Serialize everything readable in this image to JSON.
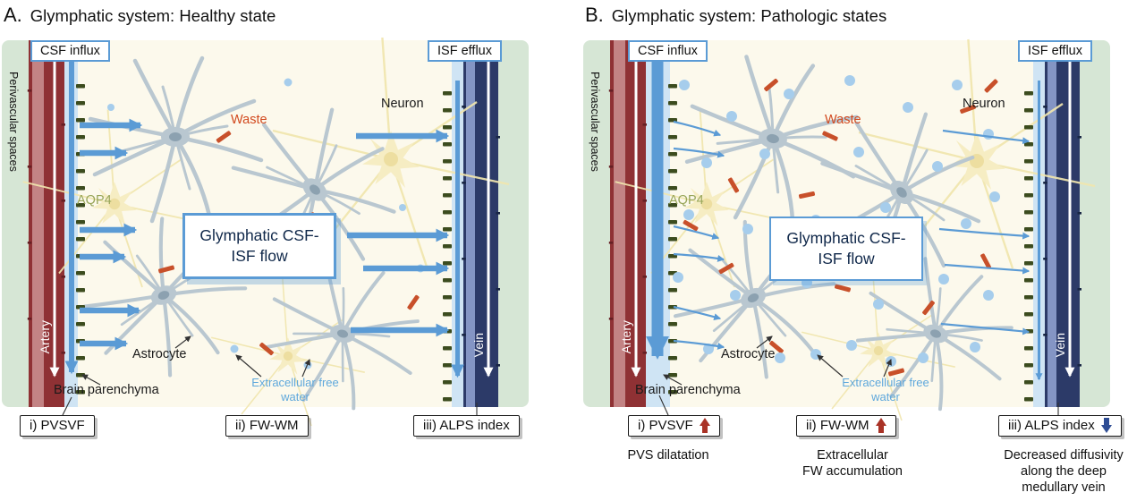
{
  "colors": {
    "accent_blue": "#5b9bd5",
    "artery_red": "#8f3134",
    "artery_light": "#c38384",
    "vein_navy": "#2c3a68",
    "vein_light": "#8495c4",
    "pvs_green": "#d6e6d5",
    "csf_blue_light": "#cfe4f4",
    "parenchyma_cream": "#fcf9ec",
    "astrocyte_gray": "#b9c7d0",
    "neuron_yellow": "#f6ecc0",
    "waste_orange": "#c8502a",
    "free_water_blue": "#a6cdec",
    "aqp4_dash_green": "#3c4c1e",
    "waste_label": "#d2491e",
    "aqp4_label": "#97a558",
    "free_water_label": "#5fa8dc",
    "metric_arrow_up": "#a93226",
    "metric_arrow_down": "#2e4d94"
  },
  "panels": [
    {
      "letter": "A.",
      "title": "Glymphatic system: Healthy state",
      "state": "healthy",
      "influx_label": "CSF influx",
      "efflux_label": "ISF efflux",
      "perivascular_label": "Perivascular spaces",
      "artery_label": "Artery",
      "vein_label": "Vein",
      "flow_box": "Glymphatic CSF-ISF flow",
      "waste_label": "Waste",
      "neuron_label": "Neuron",
      "aqp4_label": "AQP4",
      "astrocyte_label": "Astrocyte",
      "parenchyma_label": "Brain parenchyma",
      "free_water_label": "Extracellular free water",
      "metrics": [
        {
          "label": "i) PVSVF",
          "arrow": "none",
          "caption": ""
        },
        {
          "label": "ii) FW-WM",
          "arrow": "none",
          "caption": ""
        },
        {
          "label": "iii) ALPS index",
          "arrow": "none",
          "caption": ""
        }
      ]
    },
    {
      "letter": "B.",
      "title": "Glymphatic system: Pathologic states",
      "state": "pathologic",
      "influx_label": "CSF influx",
      "efflux_label": "ISF efflux",
      "perivascular_label": "Perivascular spaces",
      "artery_label": "Artery",
      "vein_label": "Vein",
      "flow_box": "Glymphatic CSF-ISF flow",
      "waste_label": "Waste",
      "neuron_label": "Neuron",
      "aqp4_label": "AQP4",
      "astrocyte_label": "Astrocyte",
      "parenchyma_label": "Brain parenchyma",
      "free_water_label": "Extracellular free water",
      "metrics": [
        {
          "label": "i) PVSVF",
          "arrow": "up",
          "caption": "PVS dilatation"
        },
        {
          "label": "ii) FW-WM",
          "arrow": "up",
          "caption": "Extracellular\nFW accumulation"
        },
        {
          "label": "iii) ALPS index",
          "arrow": "down",
          "caption": "Decreased diffusivity\nalong the deep\nmedullary vein"
        }
      ]
    }
  ]
}
